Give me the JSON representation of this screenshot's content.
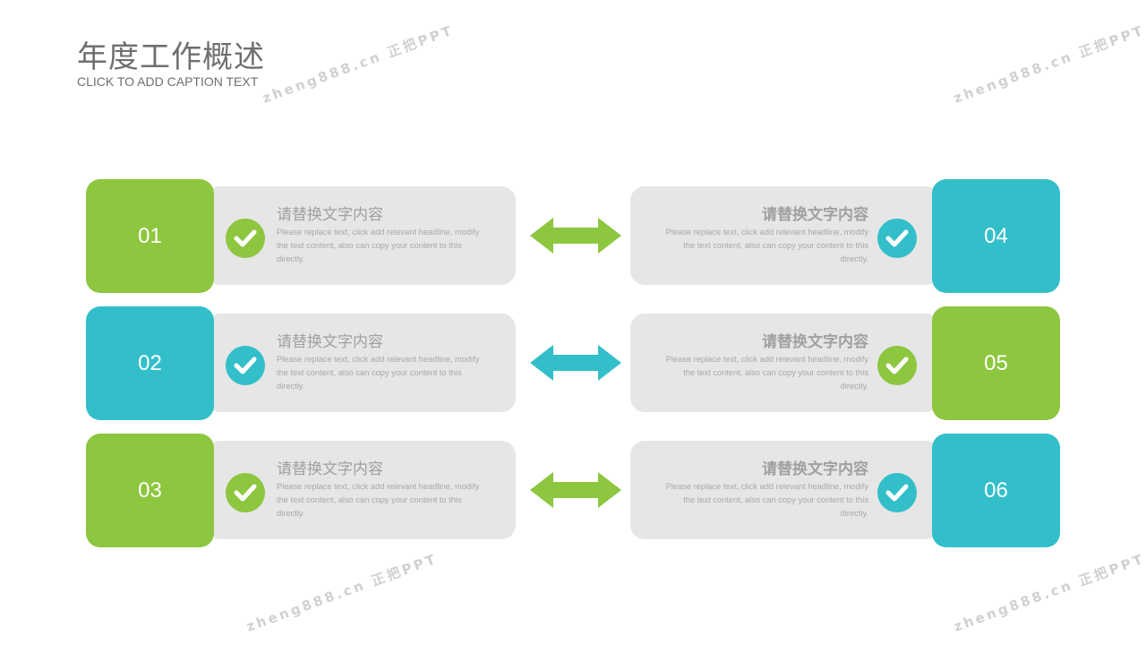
{
  "header": {
    "title": "年度工作概述",
    "caption": "CLICK TO ADD CAPTION TEXT"
  },
  "colors": {
    "green": "#8dc63f",
    "teal": "#33bfca",
    "card": "#e6e6e6"
  },
  "watermark": "zheng888.cn 正把PPT",
  "items": [
    {
      "num": "01",
      "title": "请替换文字内容",
      "body": "Please replace text, click add relevant headline, modify the text content, also can copy your content to this directly.",
      "icon": "check-icon"
    },
    {
      "num": "02",
      "title": "请替换文字内容",
      "body": "Please replace text, click add relevant headline, modify the text content, also can copy your content to this directly.",
      "icon": "check-icon"
    },
    {
      "num": "03",
      "title": "请替换文字内容",
      "body": "Please replace text, click add relevant headline, modify the text content, also can copy your content to this directly.",
      "icon": "check-icon"
    },
    {
      "num": "04",
      "title": "请替换文字内容",
      "body": "Please replace text, click add relevant headline, modify the text content, also can copy your content to this directly.",
      "icon": "check-icon"
    },
    {
      "num": "05",
      "title": "请替换文字内容",
      "body": "Please replace text, click add relevant headline, modify the text content, also can copy your content to this directly.",
      "icon": "check-icon"
    },
    {
      "num": "06",
      "title": "请替换文字内容",
      "body": "Please replace text, click add relevant headline, modify the text content, also can copy your content to this directly.",
      "icon": "check-icon"
    }
  ]
}
